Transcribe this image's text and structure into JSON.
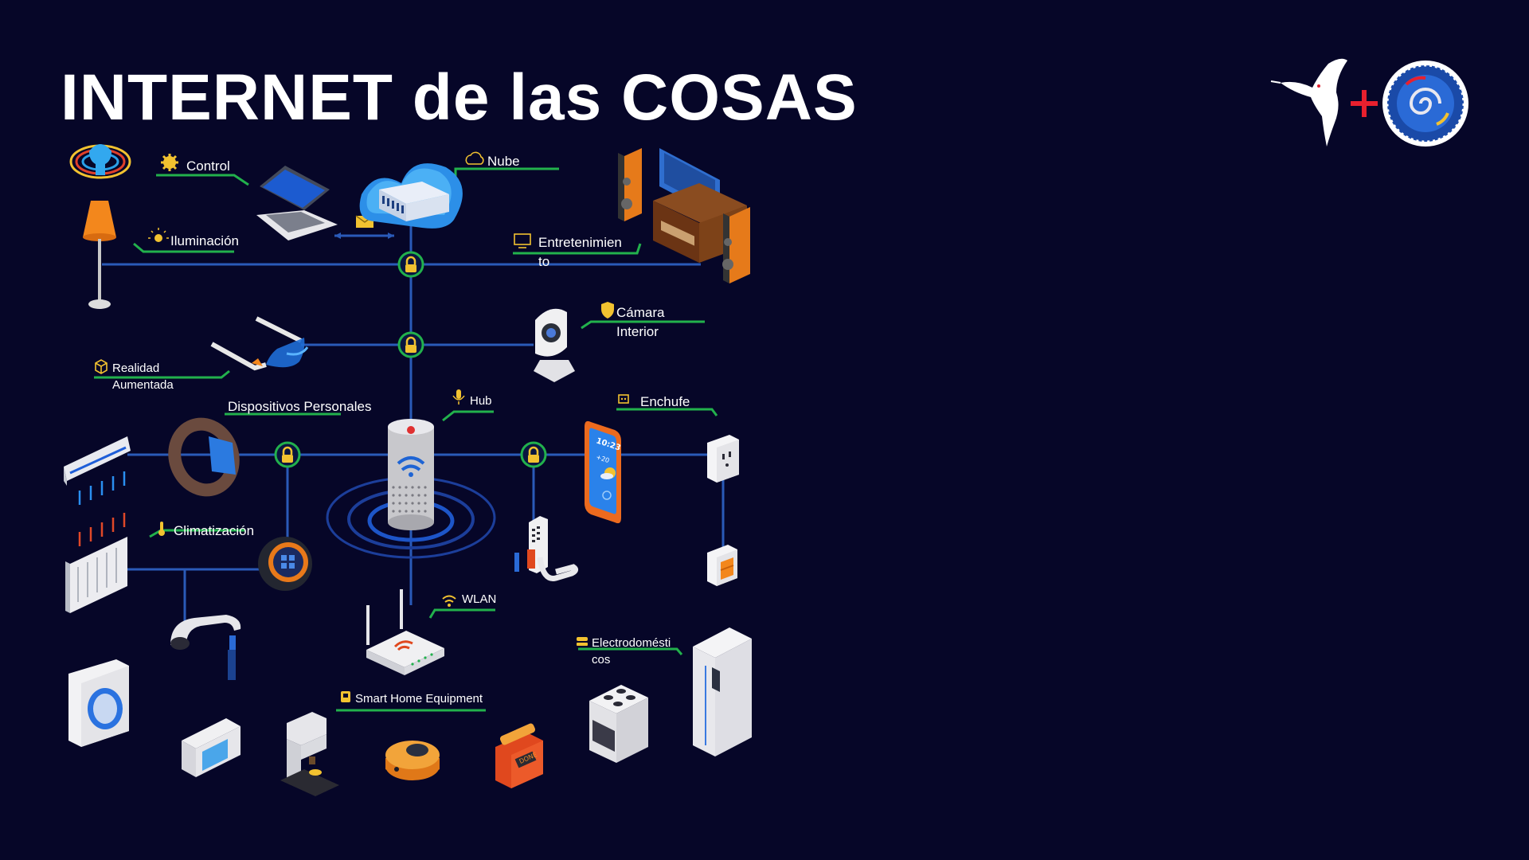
{
  "title": "INTERNET de las COSAS",
  "colors": {
    "background": "#060628",
    "lines": "#2a5ab8",
    "label_underline": "#22b14c",
    "hub_ring": "#22b14c",
    "icon_accent": "#f2c230",
    "title": "#ffffff"
  },
  "labels": {
    "control": "Control",
    "nube": "Nube",
    "iluminacion": "Iluminación",
    "entretenimiento_1": "Entretenimien",
    "entretenimiento_2": "to",
    "camara_1": "Cámara",
    "camara_2": "Interior",
    "realidad_1": "Realidad",
    "realidad_2": "Aumentada",
    "dispositivos": "Dispositivos Personales",
    "hub": "Hub",
    "enchufe": "Enchufe",
    "climatizacion": "Climatización",
    "wlan": "WLAN",
    "electro_1": "Electrodomésti",
    "electro_2": "cos",
    "smart": "Smart Home Equipment"
  },
  "phone": {
    "time": "10:23",
    "temp": "+20"
  },
  "toaster_text": "DONE",
  "icons": [
    "gear-icon",
    "cloud-icon",
    "bulb-icon",
    "monitor-icon",
    "shield-icon",
    "cube-icon",
    "microphone-icon",
    "socket-icon",
    "thermometer-icon",
    "wifi-icon",
    "appliance-icon",
    "coffee-icon",
    "lock-icon"
  ]
}
